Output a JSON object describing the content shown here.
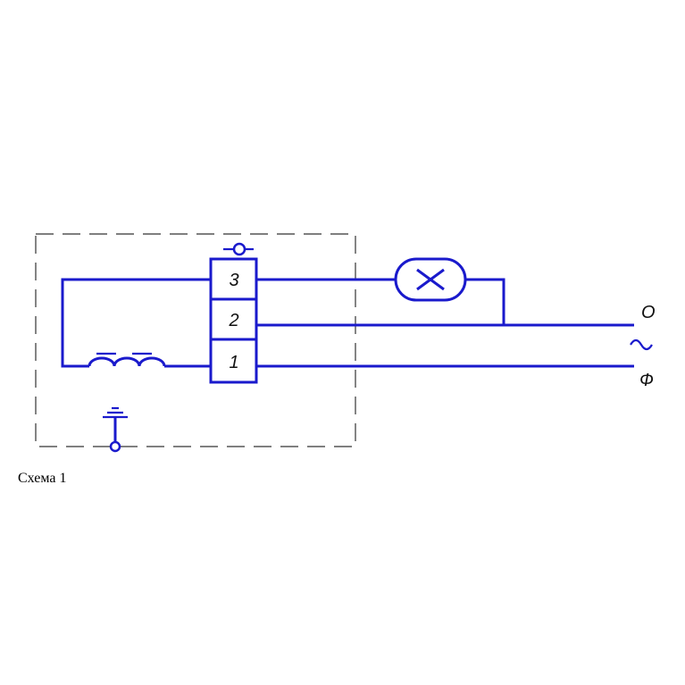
{
  "diagram": {
    "terminals": [
      "3",
      "2",
      "1"
    ],
    "line_labels": {
      "neutral": "O",
      "ac": "~",
      "phase": "Ф"
    }
  },
  "caption": "Схема 1",
  "colors": {
    "wire": "#1a1acc",
    "frame": "#333333"
  }
}
